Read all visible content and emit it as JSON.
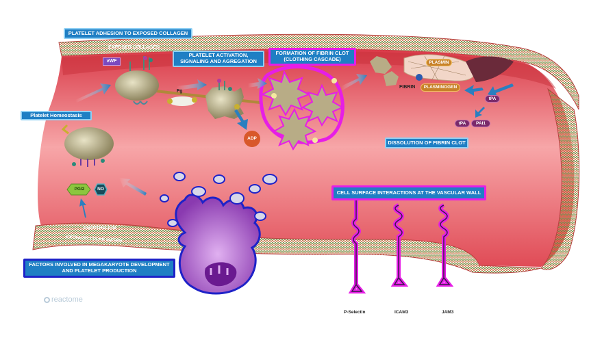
{
  "labels": {
    "platelet_adhesion": "PLATELET ADHESION TO EXPOSED COLLAGEN",
    "exposed_collagen": "EXPOSED COLLAGEN",
    "vwf": "vWF",
    "fg": "Fg",
    "platelet_activation": "PLATELET ACTIVATION,\nSIGNALING AND AGREGATION",
    "fibrin_clot": "FORMATION OF FIBRIN CLOT\n(CLOTHING CASCADE)",
    "plasmin": "PLASMIN",
    "fibrin": "FIBRIN",
    "plasminogen": "PLASMINOGEN",
    "tpa_top": "tPA",
    "tpa_bottom": "tPA",
    "pai1": "PAI1",
    "platelet_homeostasis": "Platelet Homeostasis",
    "adp": "ADP",
    "dissolution": "DISSOLUTION OF FIBRIN CLOT",
    "pgi2": "PGI2",
    "no": "NO",
    "cell_surface": "CELL SURFACE INTERACTIONS AT THE VASCULAR WALL",
    "endothelium": "ENDOTHELIUM",
    "extracellular_matrix": "EXTRACELLULAR MATRIX",
    "megakaryote": "FACTORS INVOLVED IN MEGAKARYOTE DEVELOPMENT\nAND PLATELET PRODUCTION",
    "p_selectin": "P-Selectin",
    "icam3": "ICAM3",
    "jam3": "JAM3",
    "reactome": "reactome"
  },
  "colors": {
    "vessel_lumen": "#e8505a",
    "vessel_wall": "#c8303a",
    "collagen": "#8a9a5a",
    "box_blue": "#1f7fc4",
    "highlight_pink": "#e61ee6",
    "navy_border": "#1e22c8",
    "platelet": "#b8b08a",
    "megakaryocyte": "#9a4ac0"
  },
  "icons": [
    "platelet",
    "fibrin-clot-star",
    "megakaryocyte-cell",
    "receptor-molecule",
    "arrow"
  ]
}
